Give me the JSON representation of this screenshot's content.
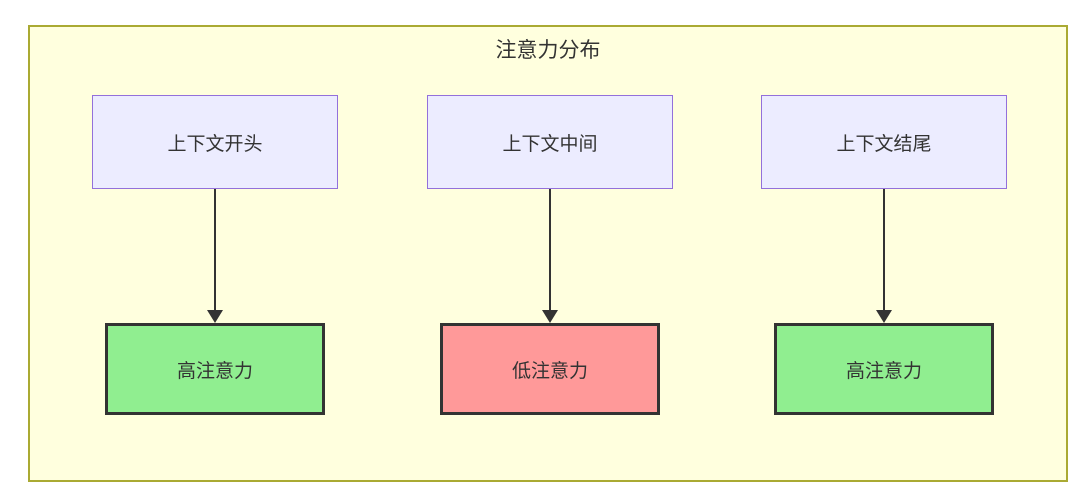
{
  "diagram": {
    "title": "注意力分布",
    "colors": {
      "canvas_bg": "#ffffde",
      "canvas_border": "#aaaa33",
      "node_bg": "#ececff",
      "node_border": "#9370db",
      "high_attention_bg": "#90ee90",
      "low_attention_bg": "#ff9999",
      "result_border": "#333333",
      "arrow": "#333333",
      "text": "#333333"
    },
    "columns": [
      {
        "top": {
          "label": "上下文开头"
        },
        "bottom": {
          "label": "高注意力",
          "color": "#90ee90",
          "level": "high"
        }
      },
      {
        "top": {
          "label": "上下文中间"
        },
        "bottom": {
          "label": "低注意力",
          "color": "#ff9999",
          "level": "low"
        }
      },
      {
        "top": {
          "label": "上下文结尾"
        },
        "bottom": {
          "label": "高注意力",
          "color": "#90ee90",
          "level": "high"
        }
      }
    ]
  }
}
